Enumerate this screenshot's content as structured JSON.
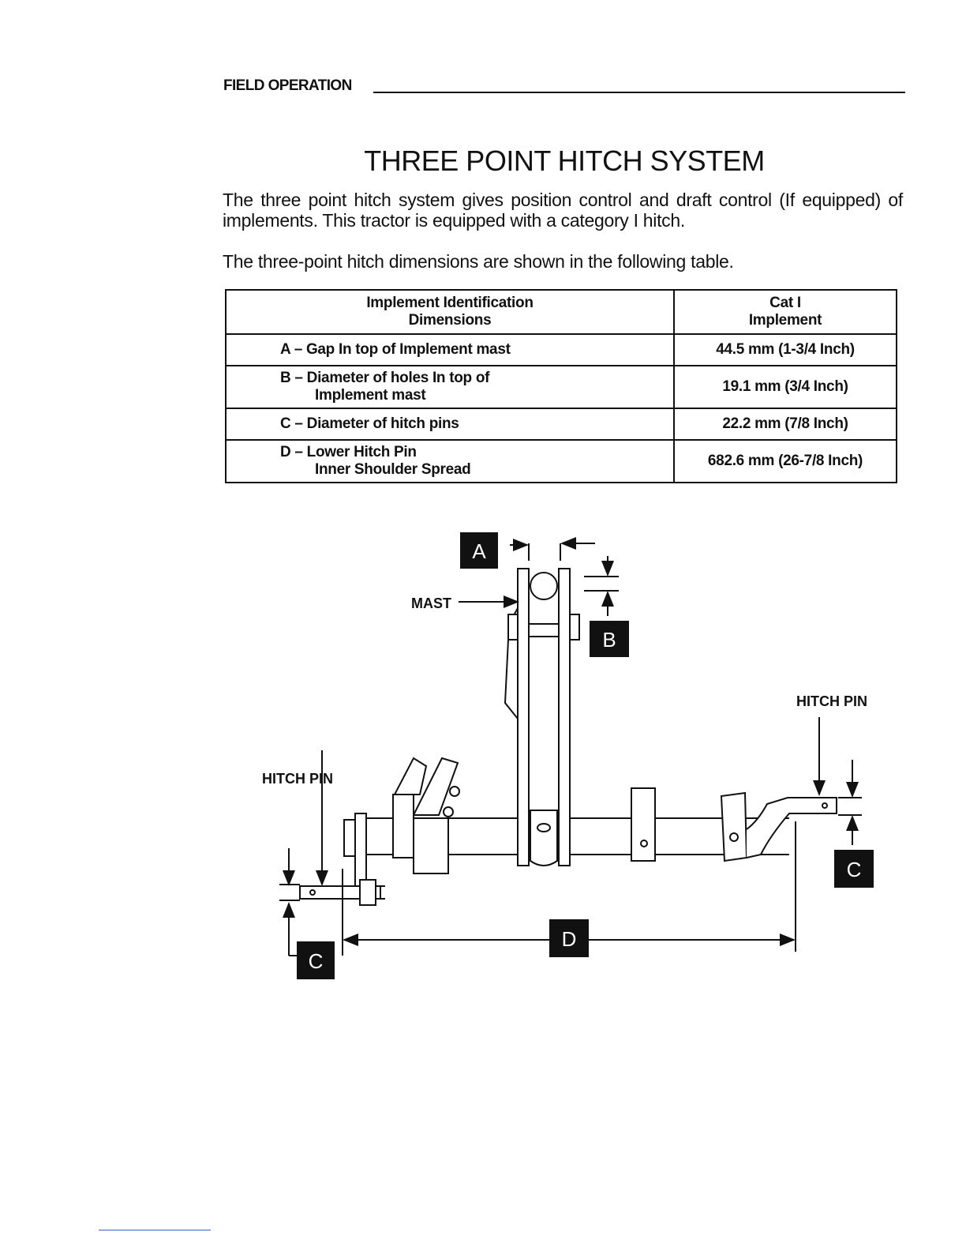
{
  "header": {
    "section": "FIELD OPERATION"
  },
  "title": "THREE POINT HITCH SYSTEM",
  "paragraphs": [
    "The three point hitch system gives position control and draft control (If equipped) of implements. This tractor is equipped with a category I hitch.",
    "The three-point hitch dimensions are shown in the following table."
  ],
  "table": {
    "headers": [
      [
        "Implement Identification",
        "Dimensions"
      ],
      [
        "Cat I",
        "Implement"
      ]
    ],
    "rows": [
      {
        "label": [
          "A – Gap In top of Implement mast"
        ],
        "value": "44.5 mm (1-3/4 Inch)"
      },
      {
        "label": [
          "B – Diameter of holes In top of",
          "Implement mast"
        ],
        "value": "19.1 mm (3/4 Inch)"
      },
      {
        "label": [
          "C – Diameter of hitch pins"
        ],
        "value": "22.2 mm (7/8 Inch)"
      },
      {
        "label": [
          "D – Lower Hitch Pin",
          "Inner Shoulder Spread"
        ],
        "value": "682.6 mm (26-7/8 Inch)"
      }
    ]
  },
  "diagram": {
    "labels": {
      "mast": "MAST",
      "hitch_pin_right": "HITCH PIN",
      "hitch_pin_left": "HITCH PIN"
    },
    "markers": {
      "a": "A",
      "b": "B",
      "c": "C",
      "d": "D"
    }
  }
}
